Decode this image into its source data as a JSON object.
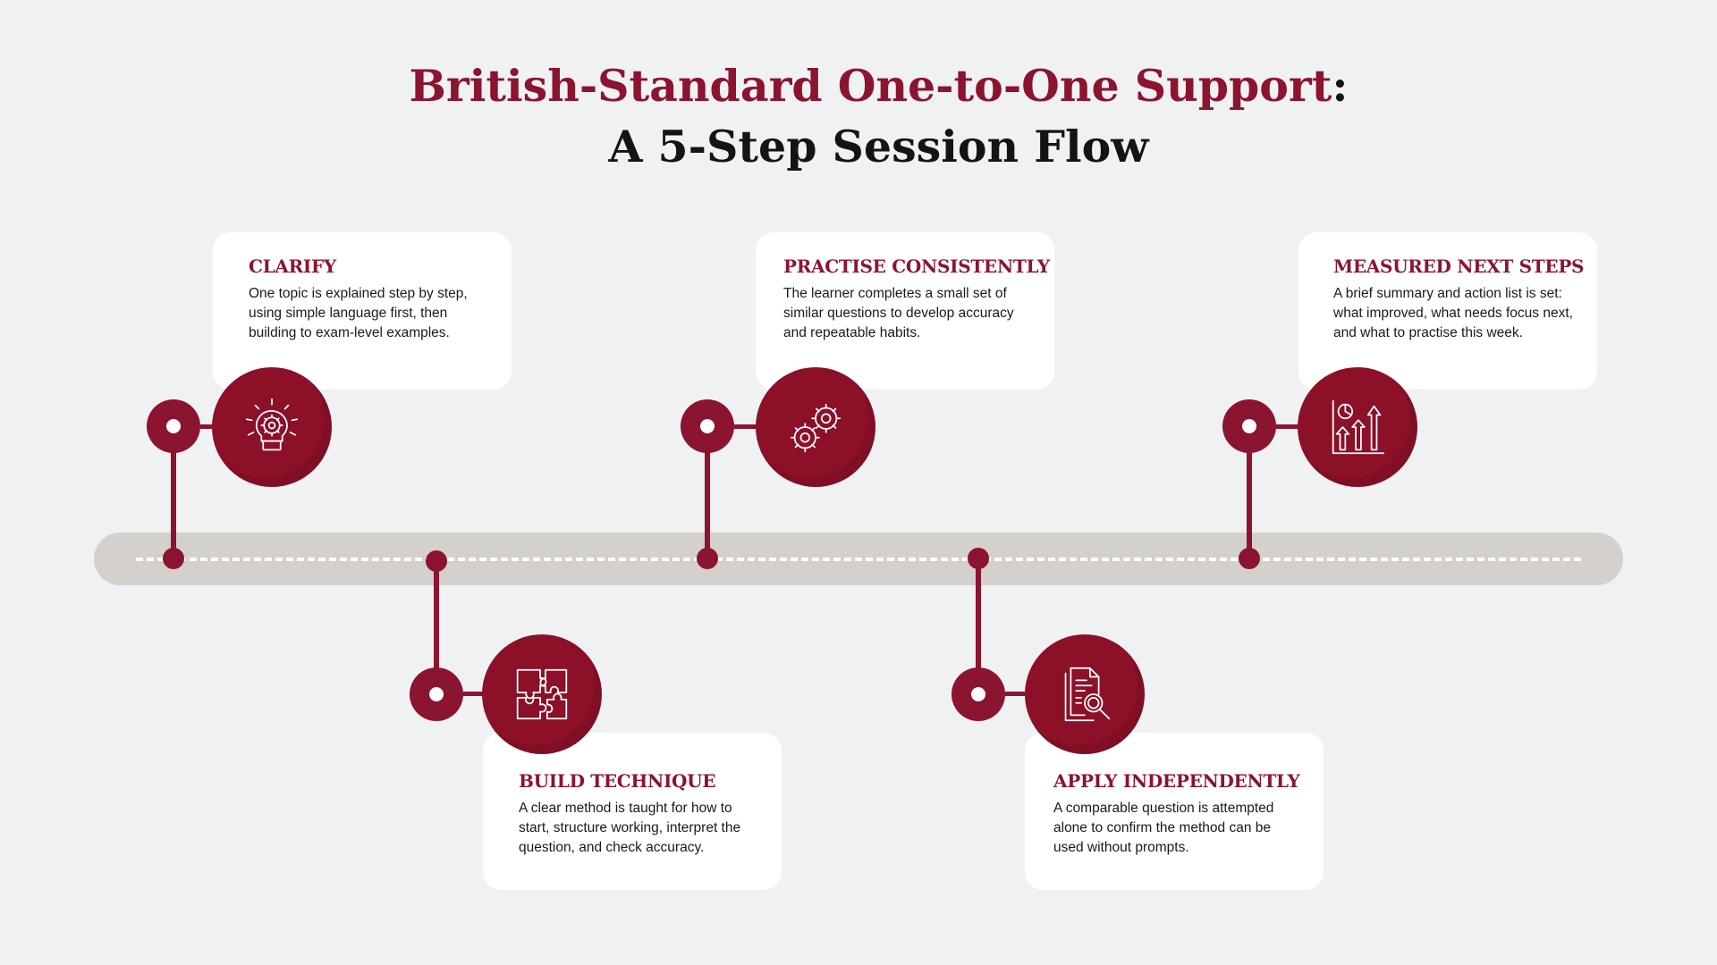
{
  "title": {
    "accent": "British-Standard One-to-One Support",
    "colon": ":",
    "line2": "A 5-Step Session Flow"
  },
  "colors": {
    "accent": "#8b1430",
    "track": "#d4d1cc",
    "background": "#f0f1f3",
    "card": "#ffffff"
  },
  "steps": [
    {
      "title": "CLARIFY",
      "text": "One topic is explained step by step, using simple language first, then building to exam-level examples.",
      "icon": "lightbulb-gear-icon",
      "position": "above"
    },
    {
      "title": "BUILD TECHNIQUE",
      "text": "A clear method is taught for how to start, structure working, interpret the question, and check accuracy.",
      "icon": "puzzle-icon",
      "position": "below"
    },
    {
      "title": "PRACTISE CONSISTENTLY",
      "text": "The learner completes a small set of similar questions to develop accuracy and repeatable habits.",
      "icon": "gears-icon",
      "position": "above"
    },
    {
      "title": "APPLY INDEPENDENTLY",
      "text": "A comparable question is attempted alone to confirm the method can be used without prompts.",
      "icon": "document-search-icon",
      "position": "below"
    },
    {
      "title": "MEASURED NEXT STEPS",
      "text": "A brief summary and action list is set: what improved, what needs focus next, and what to practise this week.",
      "icon": "growth-chart-icon",
      "position": "above"
    }
  ]
}
